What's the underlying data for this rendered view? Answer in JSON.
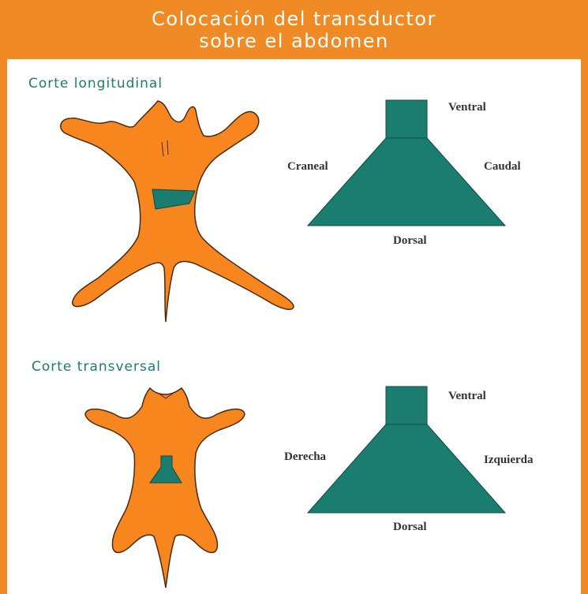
{
  "header": {
    "line1": "Colocación del transductor",
    "line2": "sobre el abdomen"
  },
  "sections": [
    {
      "title": "Corte longitudinal",
      "labels": {
        "top": "Ventral",
        "left": "Craneal",
        "right": "Caudal",
        "bottom": "Dorsal"
      }
    },
    {
      "title": "Corte transversal",
      "labels": {
        "top": "Ventral",
        "left": "Derecha",
        "right": "Izquierda",
        "bottom": "Dorsal"
      }
    }
  ],
  "colors": {
    "accent_orange": "#f08a24",
    "teal": "#1a7d6f",
    "animal_fill": "#f7861f"
  }
}
